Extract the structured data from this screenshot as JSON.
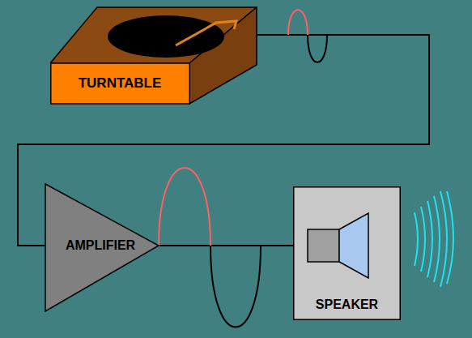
{
  "diagram": {
    "nodes": [
      {
        "text": [
          "TURNTABLE"
        ]
      },
      {
        "text": [
          "AMPLIFIER"
        ]
      },
      {
        "text": [
          "SPEAKER"
        ]
      }
    ],
    "edges": [
      {
        "from": 0,
        "to": 1,
        "arrow": "none"
      },
      {
        "from": 1,
        "to": 2,
        "arrow": "none"
      }
    ]
  }
}
